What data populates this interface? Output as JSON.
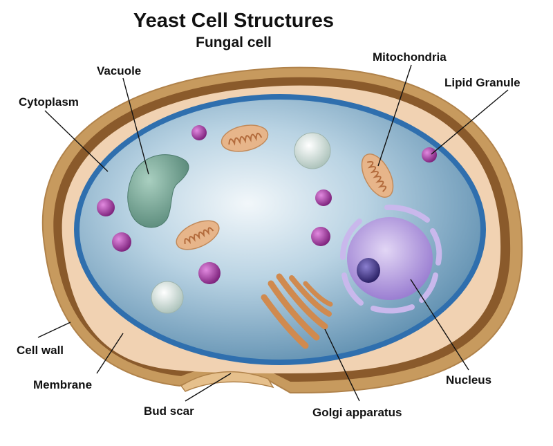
{
  "title": "Yeast Cell Structures",
  "subtitle": "Fungal cell",
  "labels": {
    "vacuole": "Vacuole",
    "cytoplasm": "Cytoplasm",
    "mitochondria": "Mitochondria",
    "lipid_granule": "Lipid Granule",
    "cell_wall": "Cell wall",
    "membrane": "Membrane",
    "bud_scar": "Bud scar",
    "golgi": "Golgi apparatus",
    "nucleus": "Nucleus"
  },
  "colors": {
    "cell_wall_outer": "#c79a5e",
    "cell_wall_dark": "#8a5a2b",
    "cell_wall_light": "#f1d2b2",
    "membrane": "#2f6fae",
    "cytoplasm_center": "#eef5f8",
    "cytoplasm_edge": "#5f8fb0",
    "vacuole": "#6f9e8e",
    "nucleus": "#a88ed8",
    "nucleolus": "#3b2f7a",
    "granule": "#9b3a9a",
    "mitochondria": "#e7b58a",
    "golgi": "#d08a4f"
  }
}
